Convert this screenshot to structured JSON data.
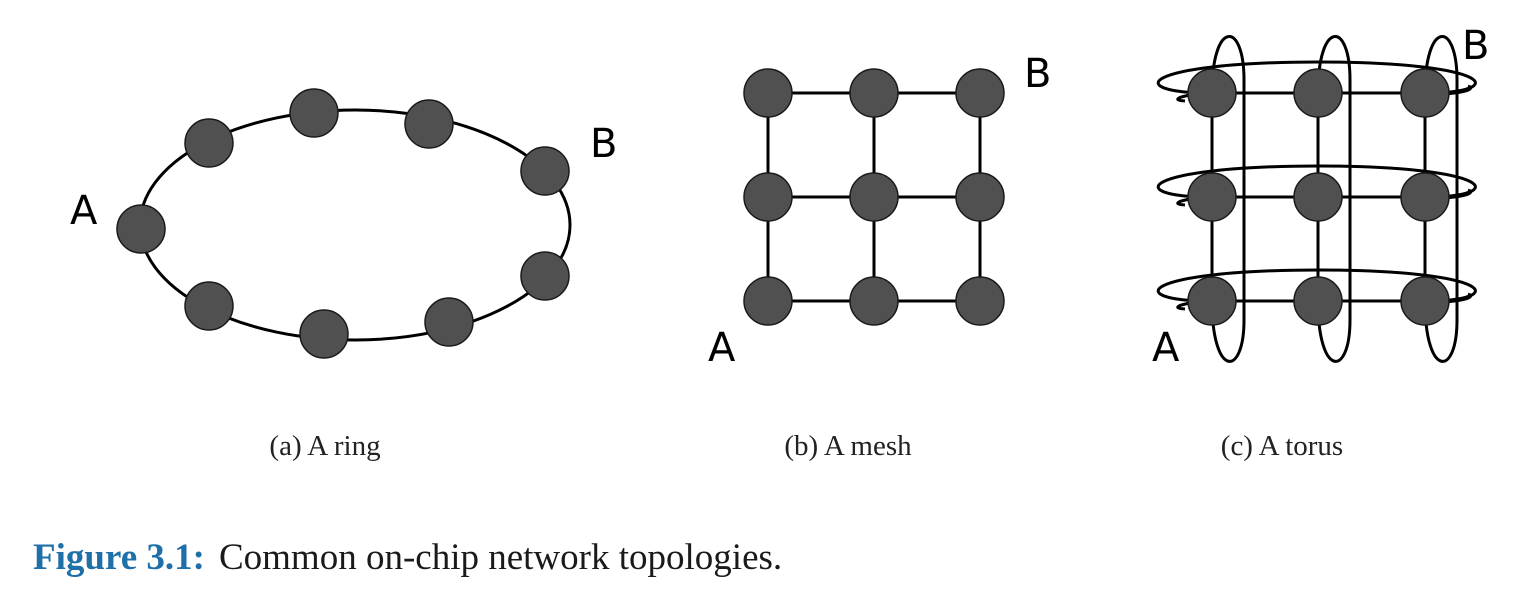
{
  "panels": [
    {
      "id": "ring",
      "subcaption": "(a) A ring",
      "label_a": "A",
      "label_b": "B"
    },
    {
      "id": "mesh",
      "subcaption": "(b) A mesh",
      "label_a": "A",
      "label_b": "B"
    },
    {
      "id": "torus",
      "subcaption": "(c) A torus",
      "label_a": "A",
      "label_b": "B"
    }
  ],
  "caption": {
    "label": "Figure 3.1:",
    "text": "Common on-chip network topologies."
  },
  "colors": {
    "node_fill": "#505050",
    "link": "#000000",
    "caption_label": "#1f6fa8"
  }
}
